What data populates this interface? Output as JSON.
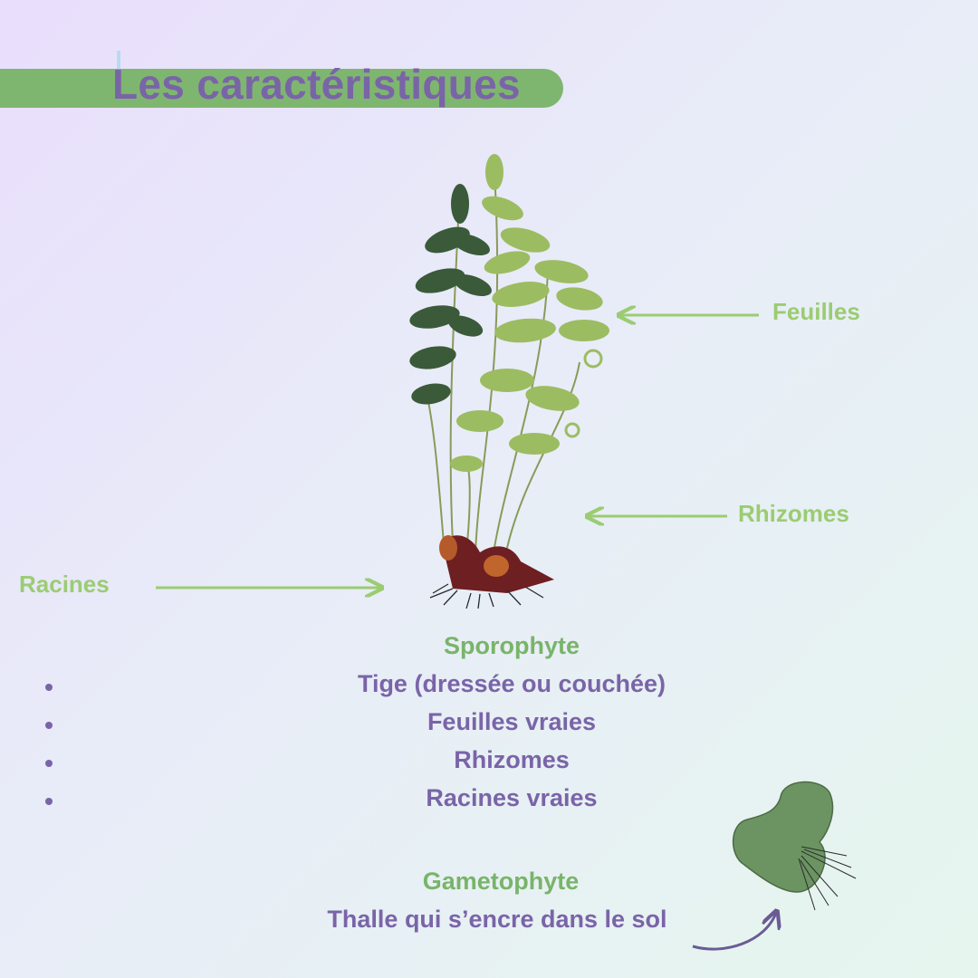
{
  "title": "Les caractéristiques",
  "labels": {
    "feuilles": "Feuilles",
    "rhizomes": "Rhizomes",
    "racines": "Racines"
  },
  "sporophyte": {
    "heading": "Sporophyte",
    "items": [
      "Tige (dressée ou couchée)",
      "Feuilles vraies",
      "Rhizomes",
      "Racines vraies"
    ]
  },
  "gametophyte": {
    "heading": "Gametophyte",
    "description": "Thalle qui s’encre dans le sol"
  },
  "images": {
    "fern": "fern-sporophyte-illustration",
    "thallus": "gametophyte-thallus-illustration"
  },
  "colors": {
    "accent_green": "#7fb66f",
    "label_green": "#9bcc72",
    "purple": "#7a64a8"
  }
}
